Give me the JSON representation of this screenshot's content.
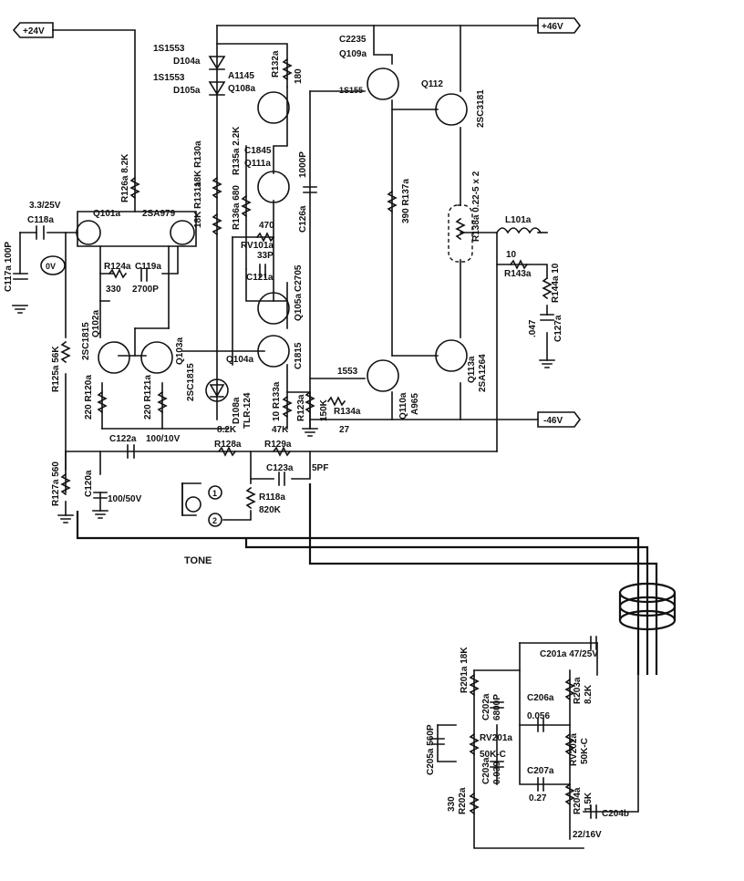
{
  "rails": {
    "plus24": "+24V",
    "plus46": "+46V",
    "minus46": "-46V",
    "zero": "0V"
  },
  "labels": [
    {
      "id": "c117",
      "text": "C117a 100P"
    },
    {
      "id": "c118",
      "text": "C118a"
    },
    {
      "id": "c118v",
      "text": "3.3/25V"
    },
    {
      "id": "q101",
      "text": "Q101a"
    },
    {
      "id": "sa979",
      "text": "2SA979"
    },
    {
      "id": "r126",
      "text": "R126a 8.2K"
    },
    {
      "id": "d104t",
      "text": "1S1553"
    },
    {
      "id": "d104",
      "text": "D104a"
    },
    {
      "id": "d105t",
      "text": "1S1553"
    },
    {
      "id": "d105",
      "text": "D105a"
    },
    {
      "id": "a1145",
      "text": "A1145"
    },
    {
      "id": "q108",
      "text": "Q108a"
    },
    {
      "id": "r132",
      "text": "R132a"
    },
    {
      "id": "r132v",
      "text": "180"
    },
    {
      "id": "c2235",
      "text": "C2235"
    },
    {
      "id": "q109",
      "text": "Q109a"
    },
    {
      "id": "is155",
      "text": "1S155"
    },
    {
      "id": "q112",
      "text": "Q112"
    },
    {
      "id": "sc3181",
      "text": "2SC3181"
    },
    {
      "id": "r130",
      "text": "18K R130a"
    },
    {
      "id": "r135",
      "text": "R135a 2.2K"
    },
    {
      "id": "c1845",
      "text": "C1845"
    },
    {
      "id": "q111",
      "text": "Q111a"
    },
    {
      "id": "c126v",
      "text": "1000P"
    },
    {
      "id": "c126",
      "text": "C126a"
    },
    {
      "id": "r131",
      "text": "18K R131a"
    },
    {
      "id": "r136",
      "text": "R136a 680"
    },
    {
      "id": "rv101v",
      "text": "470"
    },
    {
      "id": "rv101",
      "text": "RV101a"
    },
    {
      "id": "r137",
      "text": "390 R137a"
    },
    {
      "id": "r138",
      "text": "R138a 0.22-5 x 2"
    },
    {
      "id": "l101",
      "text": "L101a"
    },
    {
      "id": "r143v",
      "text": "10"
    },
    {
      "id": "r143",
      "text": "R143a"
    },
    {
      "id": "r144",
      "text": "R144a 10"
    },
    {
      "id": "c127v",
      "text": ".047"
    },
    {
      "id": "c127",
      "text": "C127a"
    },
    {
      "id": "r124",
      "text": "R124a"
    },
    {
      "id": "c119",
      "text": "C119a"
    },
    {
      "id": "r124v",
      "text": "330"
    },
    {
      "id": "c119v",
      "text": "2700P"
    },
    {
      "id": "c121v",
      "text": "33P"
    },
    {
      "id": "c121",
      "text": "C121a"
    },
    {
      "id": "c2705",
      "text": "C2705"
    },
    {
      "id": "q105",
      "text": "Q105a"
    },
    {
      "id": "sc1815l",
      "text": "2SC1815"
    },
    {
      "id": "q102",
      "text": "Q102a"
    },
    {
      "id": "r125",
      "text": "R125a 56K"
    },
    {
      "id": "q103",
      "text": "Q103a"
    },
    {
      "id": "sc1815r",
      "text": "2SC1815"
    },
    {
      "id": "q104",
      "text": "Q104a"
    },
    {
      "id": "c1815",
      "text": "C1815"
    },
    {
      "id": "is1553b",
      "text": "1553"
    },
    {
      "id": "q110",
      "text": "Q110a"
    },
    {
      "id": "a965",
      "text": "A965"
    },
    {
      "id": "q113",
      "text": "Q113a"
    },
    {
      "id": "sa1264",
      "text": "2SA1264"
    },
    {
      "id": "r120",
      "text": "220 R120a"
    },
    {
      "id": "r121",
      "text": "220 R121a"
    },
    {
      "id": "d108",
      "text": "D108a"
    },
    {
      "id": "tlr",
      "text": "TLR-124"
    },
    {
      "id": "r133",
      "text": "10 R133a"
    },
    {
      "id": "r123",
      "text": "R123a"
    },
    {
      "id": "r123v",
      "text": "150K"
    },
    {
      "id": "r134",
      "text": "R134a"
    },
    {
      "id": "r134v",
      "text": "27"
    },
    {
      "id": "c122",
      "text": "C122a"
    },
    {
      "id": "c122v",
      "text": "100/10V"
    },
    {
      "id": "r128v",
      "text": "8.2K"
    },
    {
      "id": "r128",
      "text": "R128a"
    },
    {
      "id": "r129v",
      "text": "47K"
    },
    {
      "id": "r129",
      "text": "R129a"
    },
    {
      "id": "r127",
      "text": "R127a 560"
    },
    {
      "id": "c120",
      "text": "C120a"
    },
    {
      "id": "c120v",
      "text": "100/50V"
    },
    {
      "id": "c123",
      "text": "C123a"
    },
    {
      "id": "c123v",
      "text": "5PF"
    },
    {
      "id": "r118",
      "text": "R118a"
    },
    {
      "id": "r118v",
      "text": "820K"
    },
    {
      "id": "sw1",
      "text": "1"
    },
    {
      "id": "sw2",
      "text": "2"
    },
    {
      "id": "tone",
      "text": "TONE"
    },
    {
      "id": "c201",
      "text": "C201a 47/25V"
    },
    {
      "id": "r201",
      "text": "R201a 18K"
    },
    {
      "id": "c202",
      "text": "C202a"
    },
    {
      "id": "c202v",
      "text": "6800P"
    },
    {
      "id": "c206",
      "text": "C206a"
    },
    {
      "id": "c206v",
      "text": "0.056"
    },
    {
      "id": "r203",
      "text": "R203a"
    },
    {
      "id": "r203v",
      "text": "8.2K"
    },
    {
      "id": "c205",
      "text": "C205a 560P"
    },
    {
      "id": "rv201",
      "text": "RV201a"
    },
    {
      "id": "rv201v",
      "text": "50K-C"
    },
    {
      "id": "rv202",
      "text": "RV202a"
    },
    {
      "id": "rv202v",
      "text": "50K-C"
    },
    {
      "id": "c203",
      "text": "C203a"
    },
    {
      "id": "c203v",
      "text": "0.039"
    },
    {
      "id": "c207",
      "text": "C207a"
    },
    {
      "id": "c207v",
      "text": "0.27"
    },
    {
      "id": "r202v",
      "text": "330"
    },
    {
      "id": "r202",
      "text": "R202a"
    },
    {
      "id": "r204",
      "text": "R204a"
    },
    {
      "id": "r204v",
      "text": "1.5K"
    },
    {
      "id": "c204",
      "text": "C204b"
    },
    {
      "id": "c204v",
      "text": "22/16V"
    }
  ]
}
